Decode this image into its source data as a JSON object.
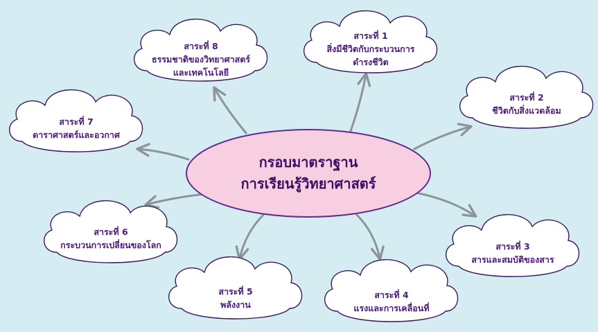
{
  "center": {
    "line1": "กรอบมาตราฐาน",
    "line2": "การเรียนรู้วิทยาศาสตร์"
  },
  "strands": [
    {
      "title": "สาระที่ 1",
      "line1": "สิ่งมีชีวิตกับกระบวนการ",
      "line2": "ดำรงชีวิต"
    },
    {
      "title": "สาระที่ 2",
      "line1": "ชีวิตกับสิ่งแวดล้อม",
      "line2": ""
    },
    {
      "title": "สาระที่ 3",
      "line1": "สารและสมบัติของสาร",
      "line2": ""
    },
    {
      "title": "สาระที่ 4",
      "line1": "แรงและการเคลื่อนที่",
      "line2": ""
    },
    {
      "title": "สาระที่ 5",
      "line1": "พลังงาน",
      "line2": ""
    },
    {
      "title": "สาระที่ 6",
      "line1": "กระบวนการเปลี่ยนของโลก",
      "line2": ""
    },
    {
      "title": "สาระที่ 7",
      "line1": "ดาราศาสตร์และอวกาศ",
      "line2": ""
    },
    {
      "title": "สาระที่ 8",
      "line1": "ธรรมชาติของวิทยาศาสตร์",
      "line2": "และเทคโนโลยี"
    }
  ],
  "colors": {
    "background": "#d6ecf3",
    "cloud_fill": "#ffffff",
    "cloud_stroke": "#3b1c5a",
    "center_fill": "#f7cfe0",
    "center_stroke": "#5c2d91",
    "arrow": "#8c9499",
    "text": "#4b1a78"
  }
}
